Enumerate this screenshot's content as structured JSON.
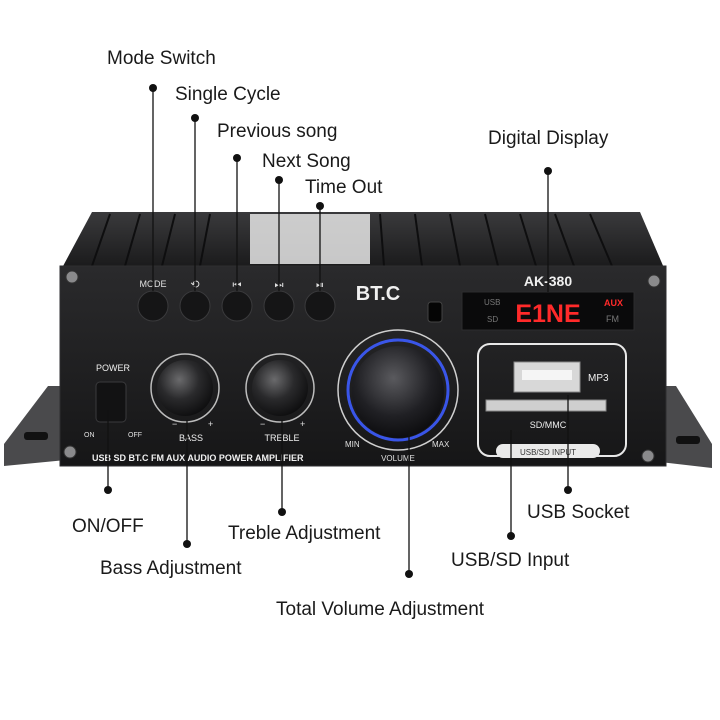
{
  "callouts": {
    "mode_switch": "Mode Switch",
    "single_cycle": "Single Cycle",
    "previous_song": "Previous song",
    "next_song": "Next Song",
    "time_out": "Time Out",
    "digital_display": "Digital Display",
    "on_off": "ON/OFF",
    "bass_adjustment": "Bass Adjustment",
    "treble_adjustment": "Treble Adjustment",
    "usb_socket": "USB Socket",
    "usb_sd_input": "USB/SD Input",
    "total_volume_adjustment": "Total Volume Adjustment"
  },
  "device": {
    "model": "AK-380",
    "brand": "BT.C",
    "mode_label": "MODE",
    "power_label": "POWER",
    "on_label": "ON",
    "off_label": "OFF",
    "bass_label": "BASS",
    "treble_label": "TREBLE",
    "volume_label": "VOLUME",
    "min_label": "MIN",
    "max_label": "MAX",
    "plus": "+",
    "minus": "−",
    "usb_indicator": "USB",
    "sd_indicator": "SD",
    "aux_indicator": "AUX",
    "fm_indicator": "FM",
    "display_text": "E1NE",
    "mp3_label": "MP3",
    "sd_mmc_label": "SD/MMC",
    "usb_sd_input_label": "USB/SD INPUT",
    "bottom_strip": "USB SD BT.C FM AUX AUDIO POWER AMPLIFIER"
  },
  "colors": {
    "panel": "#1c1c1e",
    "panel_edge": "#2e2e30",
    "display_red": "#ff2a2a",
    "knob_ring_blue": "#3d5cff"
  }
}
